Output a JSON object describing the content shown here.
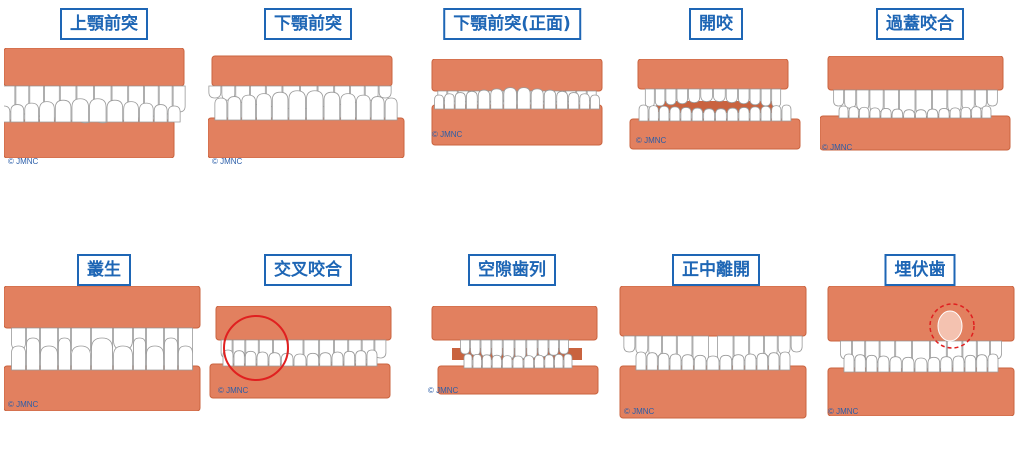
{
  "copyright": "© JMNC",
  "colors": {
    "label_border": "#1e66b5",
    "gum": "#e2805f",
    "gum_dark": "#c9633f",
    "tooth": "#ffffff",
    "circle": "#e02020"
  },
  "panels": [
    {
      "label": "上顎前突",
      "variant": "overjet"
    },
    {
      "label": "下顎前突",
      "variant": "underbite"
    },
    {
      "label": "下顎前突(正面)",
      "variant": "front"
    },
    {
      "label": "開咬",
      "variant": "openbite"
    },
    {
      "label": "過蓋咬合",
      "variant": "deepbite"
    },
    {
      "label": "叢生",
      "variant": "crowding"
    },
    {
      "label": "交叉咬合",
      "variant": "crossbite"
    },
    {
      "label": "空隙歯列",
      "variant": "spacing"
    },
    {
      "label": "正中離開",
      "variant": "diastema"
    },
    {
      "label": "埋伏歯",
      "variant": "impacted"
    }
  ]
}
